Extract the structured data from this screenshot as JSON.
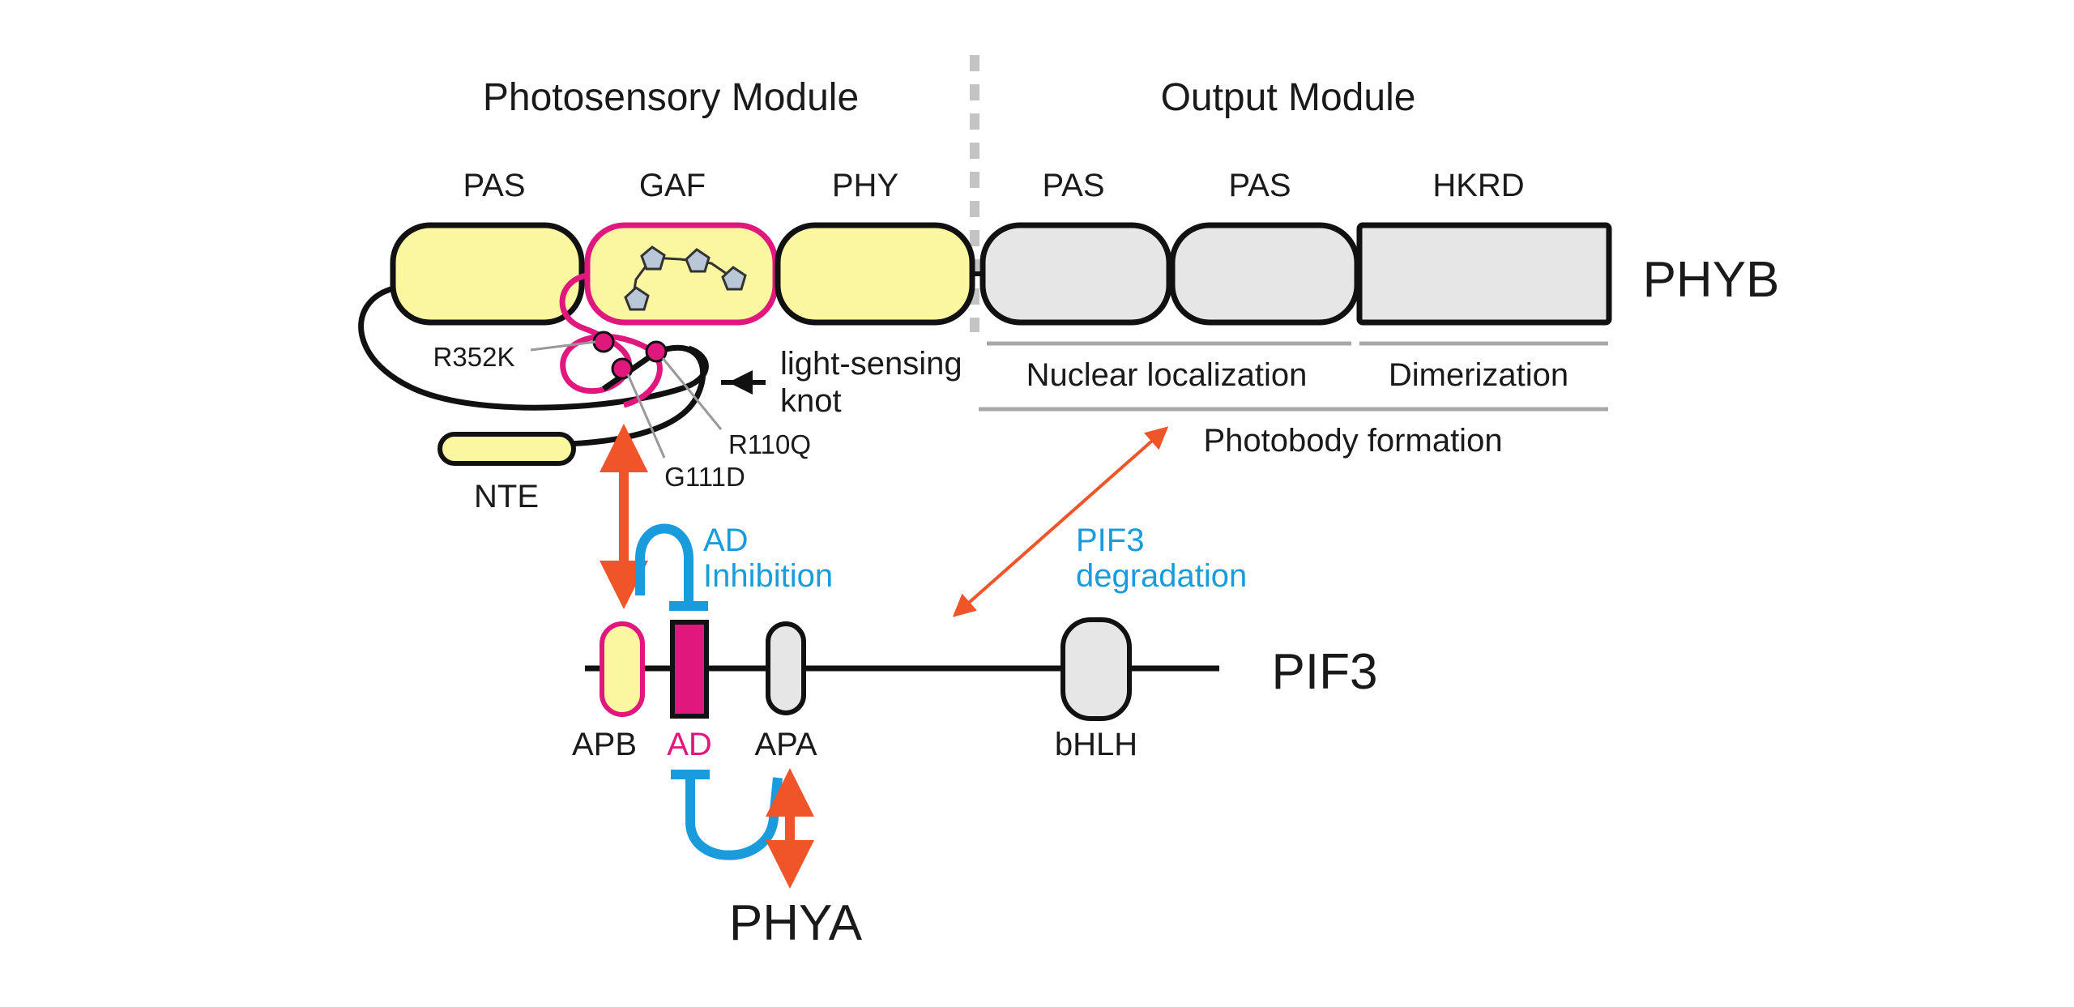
{
  "headers": {
    "photosensory_module": "Photosensory Module",
    "output_module": "Output Module"
  },
  "phyb": {
    "name": "PHYB",
    "domains": [
      {
        "label": "PAS",
        "fill": "#fbf7a0",
        "stroke": "#111111"
      },
      {
        "label": "GAF",
        "fill": "#fbf7a0",
        "stroke": "#e0187e"
      },
      {
        "label": "PHY",
        "fill": "#fbf7a0",
        "stroke": "#111111"
      },
      {
        "label": "PAS",
        "fill": "#e6e6e6",
        "stroke": "#111111"
      },
      {
        "label": "PAS",
        "fill": "#e6e6e6",
        "stroke": "#111111"
      },
      {
        "label": "HKRD",
        "fill": "#e6e6e6",
        "stroke": "#111111"
      }
    ],
    "nte": "NTE",
    "knot_label_line1": "light-sensing",
    "knot_label_line2": "knot",
    "mutations": [
      "R352K",
      "R110Q",
      "G111D"
    ]
  },
  "functions": {
    "nuclear_localization": "Nuclear localization",
    "dimerization": "Dimerization",
    "photobody_formation": "Photobody formation"
  },
  "interactions": {
    "ad_inhibition_line1": "AD",
    "ad_inhibition_line2": "Inhibition",
    "pif3_degradation_line1": "PIF3",
    "pif3_degradation_line2": "degradation"
  },
  "pif3": {
    "name": "PIF3",
    "domains": [
      "APB",
      "AD",
      "APA",
      "bHLH"
    ]
  },
  "phya": {
    "name": "PHYA"
  },
  "colors": {
    "yellow": "#fbf7a0",
    "grey": "#e6e6e6",
    "magenta": "#e0187e",
    "blue": "#1a9bdc",
    "orange": "#f0552a",
    "rule_grey": "#a8a8a8"
  }
}
